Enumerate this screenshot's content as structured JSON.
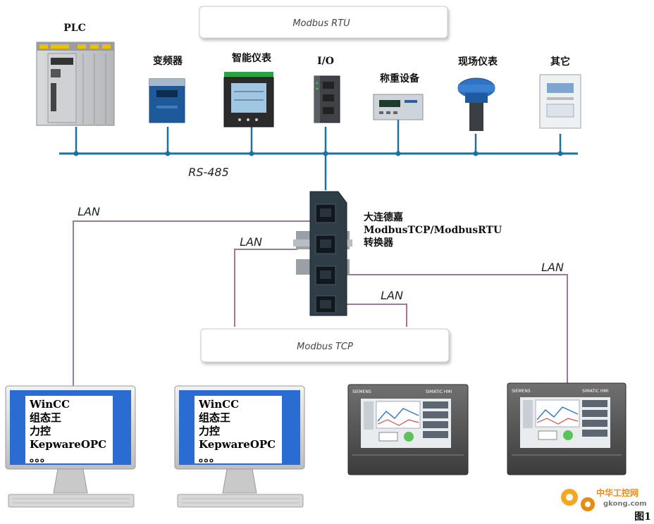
{
  "top_box": {
    "label": "Modbus RTU"
  },
  "mid_box": {
    "label": "Modbus TCP"
  },
  "bus": {
    "label": "RS-485"
  },
  "devices": [
    {
      "label": "PLC"
    },
    {
      "label": "变频器"
    },
    {
      "label": "智能仪表"
    },
    {
      "label": "I/O"
    },
    {
      "label": "称重设备"
    },
    {
      "label": "现场仪表"
    },
    {
      "label": "其它"
    }
  ],
  "converter": {
    "line1": "大连德嘉",
    "line2": "ModbusTCP/ModbusRTU",
    "line3": "转换器"
  },
  "lan_labels": [
    "LAN",
    "LAN",
    "LAN",
    "LAN"
  ],
  "pc_screen_lines": [
    "WinCC",
    "组态王",
    "力控",
    "KepwareOPC",
    "。。。"
  ],
  "hmi": {
    "brand": "SIEMENS",
    "model": "SIMATIC HMI"
  },
  "watermark": {
    "cn": "中华工控网",
    "url": "gkong.com"
  },
  "figure_label": "图1",
  "colors": {
    "bus": "#1f6f9f",
    "lan": "#a07898",
    "device_blue": "#1e5a9a"
  }
}
